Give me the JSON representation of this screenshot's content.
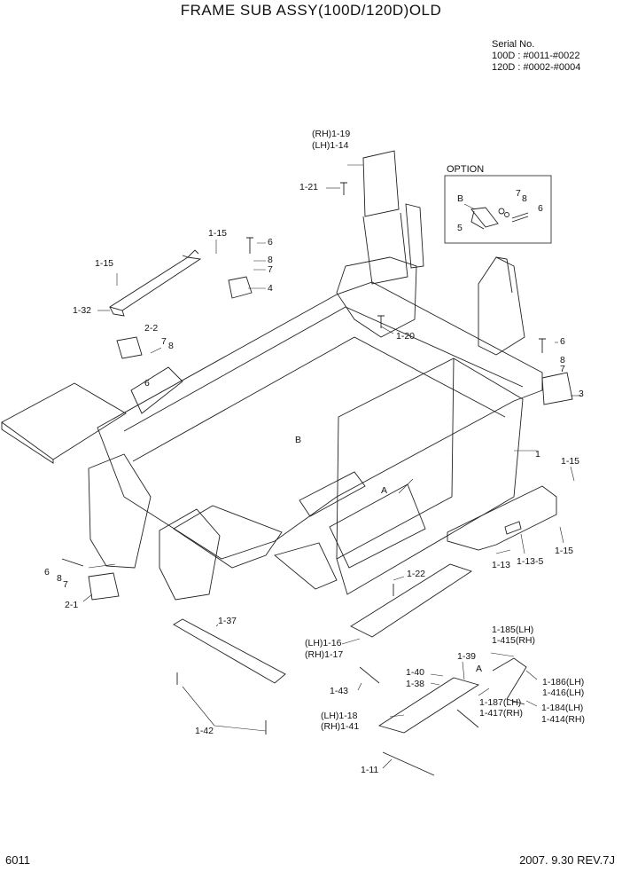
{
  "title": "FRAME SUB ASSY(100D/120D)OLD",
  "serial": {
    "heading": "Serial No.",
    "line1": "100D : #0011-#0022",
    "line2": "120D : #0002-#0004"
  },
  "option_label": "OPTION",
  "labels": {
    "rh119": "(RH)1-19",
    "lh114": "(LH)1-14",
    "p121": "1-21",
    "p115a": "1-15",
    "p115b": "1-15",
    "p132": "1-32",
    "p6a": "6",
    "p8a": "8",
    "p7a": "7",
    "p4": "4",
    "p22": "2-2",
    "p7b": "7",
    "p8b": "8",
    "p6b": "6",
    "p120": "1-20",
    "optB": "B",
    "opt7": "7",
    "opt8": "8",
    "opt6": "6",
    "opt5": "5",
    "p6c": "6",
    "p8c": "8",
    "p7c": "7",
    "p3": "3",
    "pB": "B",
    "p1": "1",
    "p115c": "1-15",
    "pA": "A",
    "p113": "1-13",
    "p1135": "1-13-5",
    "p115d": "1-15",
    "p6d": "6",
    "p8d": "8",
    "p7d": "7",
    "p21": "2-1",
    "p122": "1-22",
    "p137": "1-37",
    "lh116": "(LH)1-16",
    "rh117": "(RH)1-17",
    "p1185": "1-185(LH)",
    "p1415": "1-415(RH)",
    "p139": "1-39",
    "pA2": "A",
    "p140": "1-40",
    "p138": "1-38",
    "p1186": "1-186(LH)",
    "p1416": "1-416(LH)",
    "p143": "1-43",
    "p1187": "1-187(LH)",
    "p1417": "1-417(RH)",
    "p1184": "1-184(LH)",
    "p1414": "1-414(RH)",
    "lh118": "(LH)1-18",
    "rh141": "(RH)1-41",
    "p142": "1-42",
    "p111": "1-11"
  },
  "footer": {
    "page": "6011",
    "date_rev": "2007. 9.30  REV.7J"
  }
}
